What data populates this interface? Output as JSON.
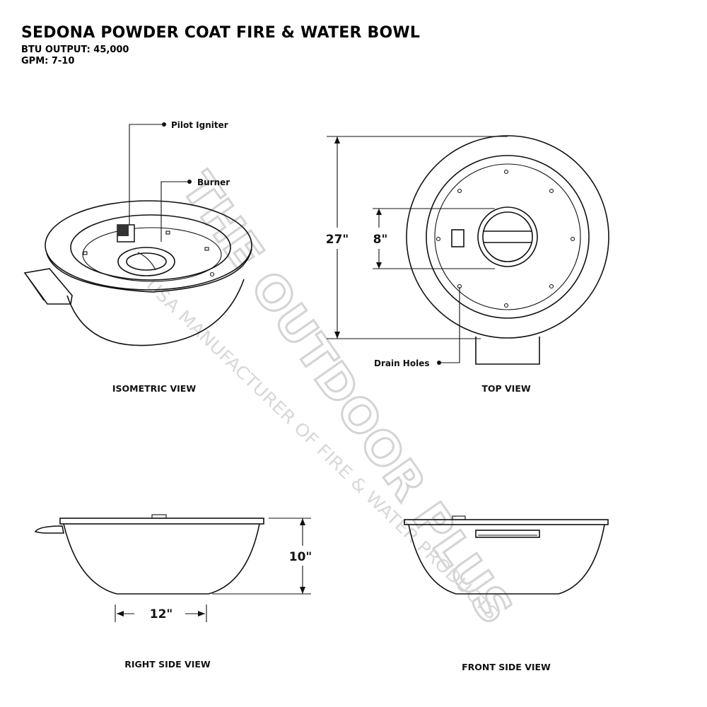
{
  "header": {
    "title": "SEDONA POWDER COAT FIRE & WATER BOWL",
    "btu": "BTU OUTPUT: 45,000",
    "gpm": "GPM: 7-10"
  },
  "callouts": {
    "pilot_igniter": "Pilot Igniter",
    "burner": "Burner",
    "drain_holes": "Drain Holes"
  },
  "dimensions": {
    "diameter": "27\"",
    "burner_diameter": "8\"",
    "height": "10\"",
    "base": "12\""
  },
  "views": {
    "isometric": "ISOMETRIC VIEW",
    "top": "TOP VIEW",
    "right_side": "RIGHT SIDE VIEW",
    "front_side": "FRONT SIDE VIEW"
  },
  "watermark": {
    "brand": "THE OUTDOOR PLUS",
    "tagline": "USA MANUFACTURER OF FIRE & WATER PRODUCTS"
  }
}
